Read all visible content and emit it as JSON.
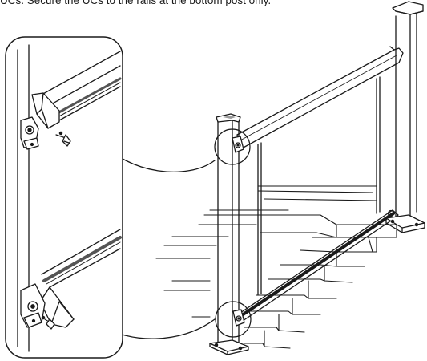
{
  "caption": "UCs.  Secure the UCs to the rails at the bottom post only.",
  "colors": {
    "line": "#1a1a1a",
    "shade": "#9a9a9a",
    "dark_shade": "#555555",
    "background": "#ffffff"
  },
  "figure": {
    "type": "line-illustration",
    "subject": "stair railing installation",
    "callouts": [
      "top-rail-upper-connection",
      "bottom-rail-lower-connection"
    ]
  }
}
